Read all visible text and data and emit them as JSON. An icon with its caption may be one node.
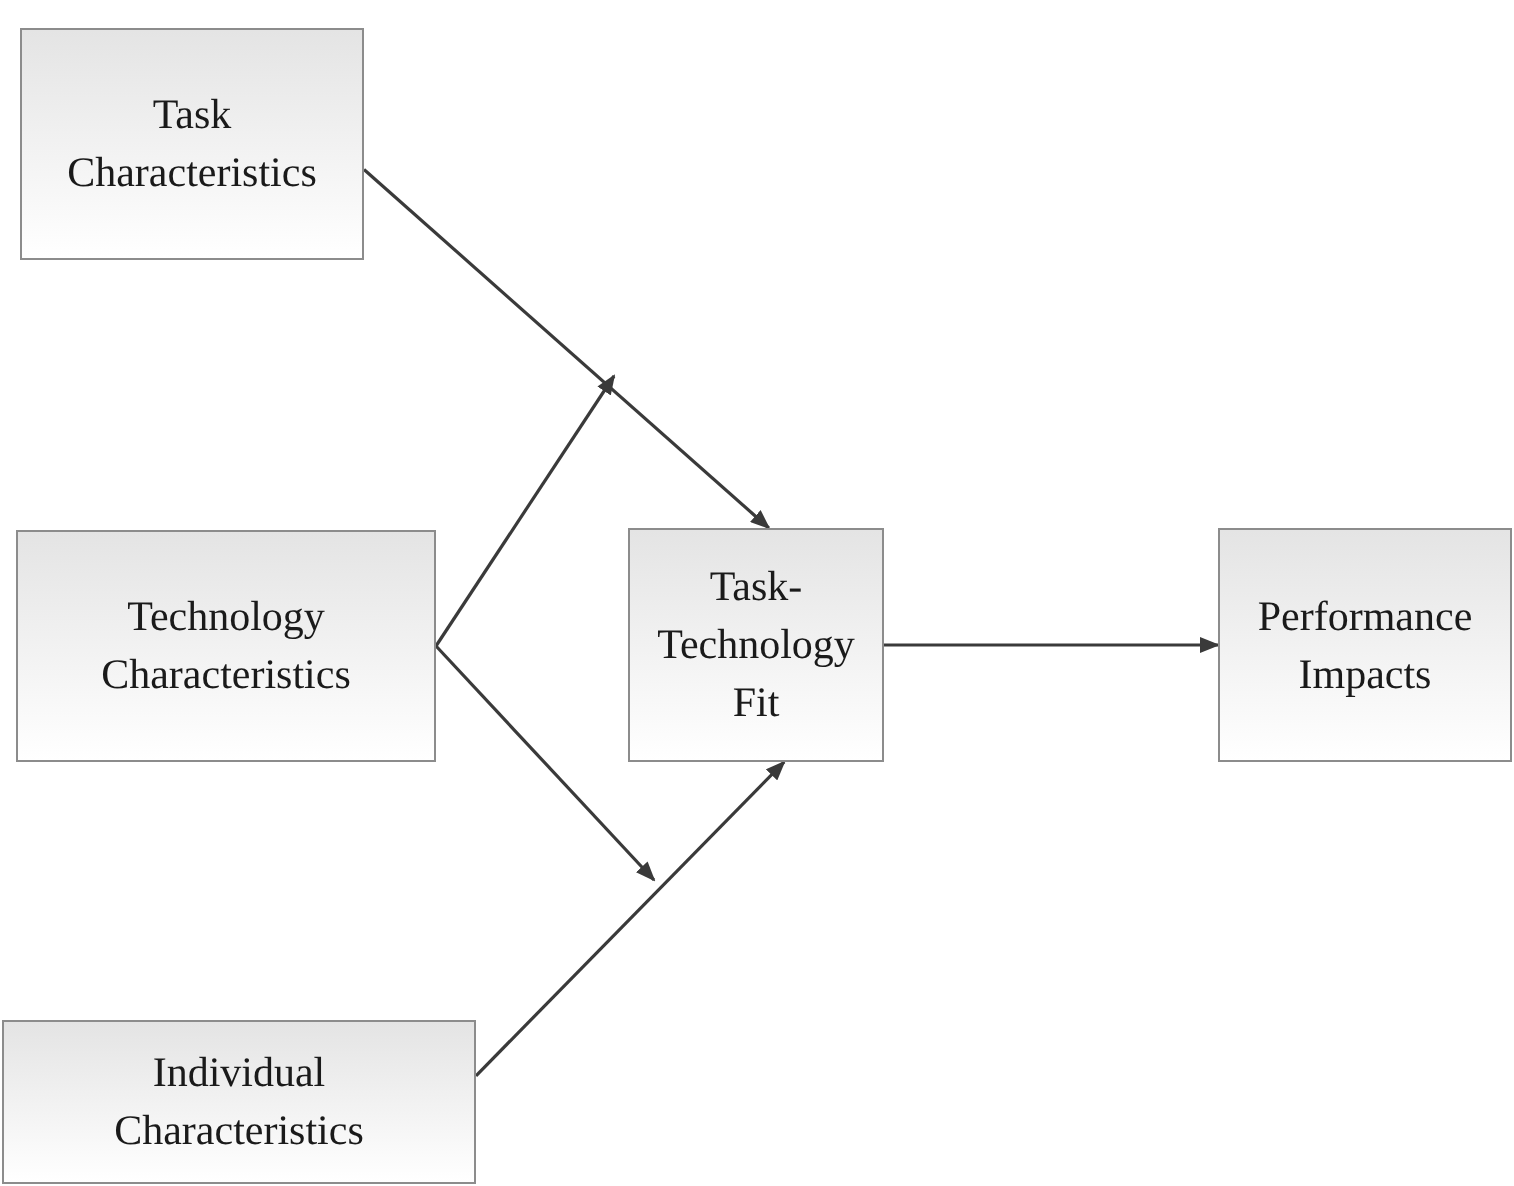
{
  "diagram": {
    "nodes": [
      {
        "text": [
          "Task Characteristics"
        ]
      },
      {
        "text": [
          "Technology Characteristics"
        ]
      },
      {
        "text": [
          "Task-Technology Fit"
        ]
      },
      {
        "text": [
          "Performance Impacts"
        ]
      },
      {
        "text": [
          "Individual Characteristics"
        ]
      }
    ],
    "edges": [
      {
        "from": 0,
        "to": 2,
        "arrow": "to"
      },
      {
        "from": 1,
        "to": null,
        "arrow": "to"
      },
      {
        "from": 1,
        "to": null,
        "arrow": "to"
      },
      {
        "from": 4,
        "to": 2,
        "arrow": "to"
      },
      {
        "from": 2,
        "to": 3,
        "arrow": "to"
      }
    ]
  }
}
